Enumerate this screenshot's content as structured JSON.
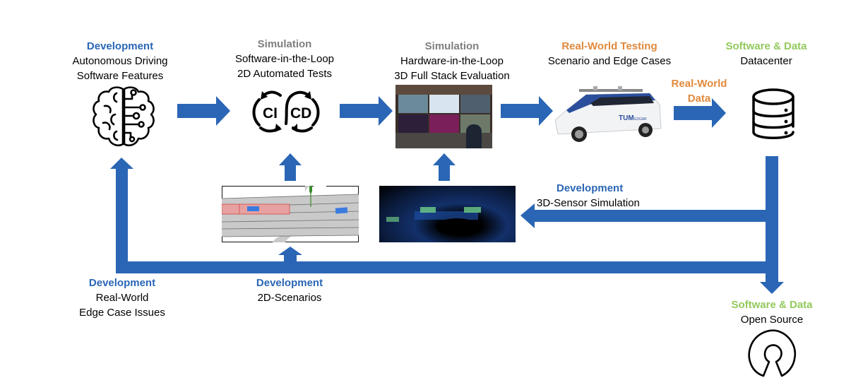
{
  "colors": {
    "arrow": "#2a66b5",
    "development": "#2a66b5",
    "simulation": "#7f7f7f",
    "real_world": "#e08a3c",
    "software_data": "#92c95c"
  },
  "stages": [
    {
      "id": "dev-features",
      "category": "Development",
      "line1": "Autonomous Driving",
      "line2": "Software Features",
      "icon": "brain-circuit-icon"
    },
    {
      "id": "sil",
      "category": "Simulation",
      "line1": "Software-in-the-Loop",
      "line2": "2D Automated Tests",
      "icon": "ci-cd-icon",
      "icon_text_left": "CI",
      "icon_text_right": "CD"
    },
    {
      "id": "hil",
      "category": "Simulation",
      "line1": "Hardware-in-the-Loop",
      "line2": "3D Full Stack Evaluation",
      "icon": "hil-lab-photo"
    },
    {
      "id": "real-world-testing",
      "category": "Real-World Testing",
      "line1": "Scenario and Edge Cases",
      "icon": "test-vehicle-photo",
      "vehicle_logo": "TUM",
      "vehicle_brand": "EDGAR"
    },
    {
      "id": "datacenter",
      "category": "Software & Data",
      "line1": "Datacenter",
      "icon": "database-icon"
    }
  ],
  "connector_labels": {
    "real_world_data": {
      "line1": "Real-World",
      "line2": "Data"
    }
  },
  "feedback": [
    {
      "id": "sensor-sim",
      "category": "Development",
      "line1": "3D-Sensor Simulation",
      "image": "lidar-pointcloud"
    },
    {
      "id": "scenarios-2d",
      "category": "Development",
      "line1": "2D-Scenarios",
      "image": "2d-road-scenario"
    },
    {
      "id": "edge-cases",
      "category": "Development",
      "line1": "Real-World",
      "line2": "Edge Case Issues"
    }
  ],
  "open_source": {
    "category": "Software & Data",
    "line1": "Open Source",
    "icon": "open-source-icon"
  }
}
